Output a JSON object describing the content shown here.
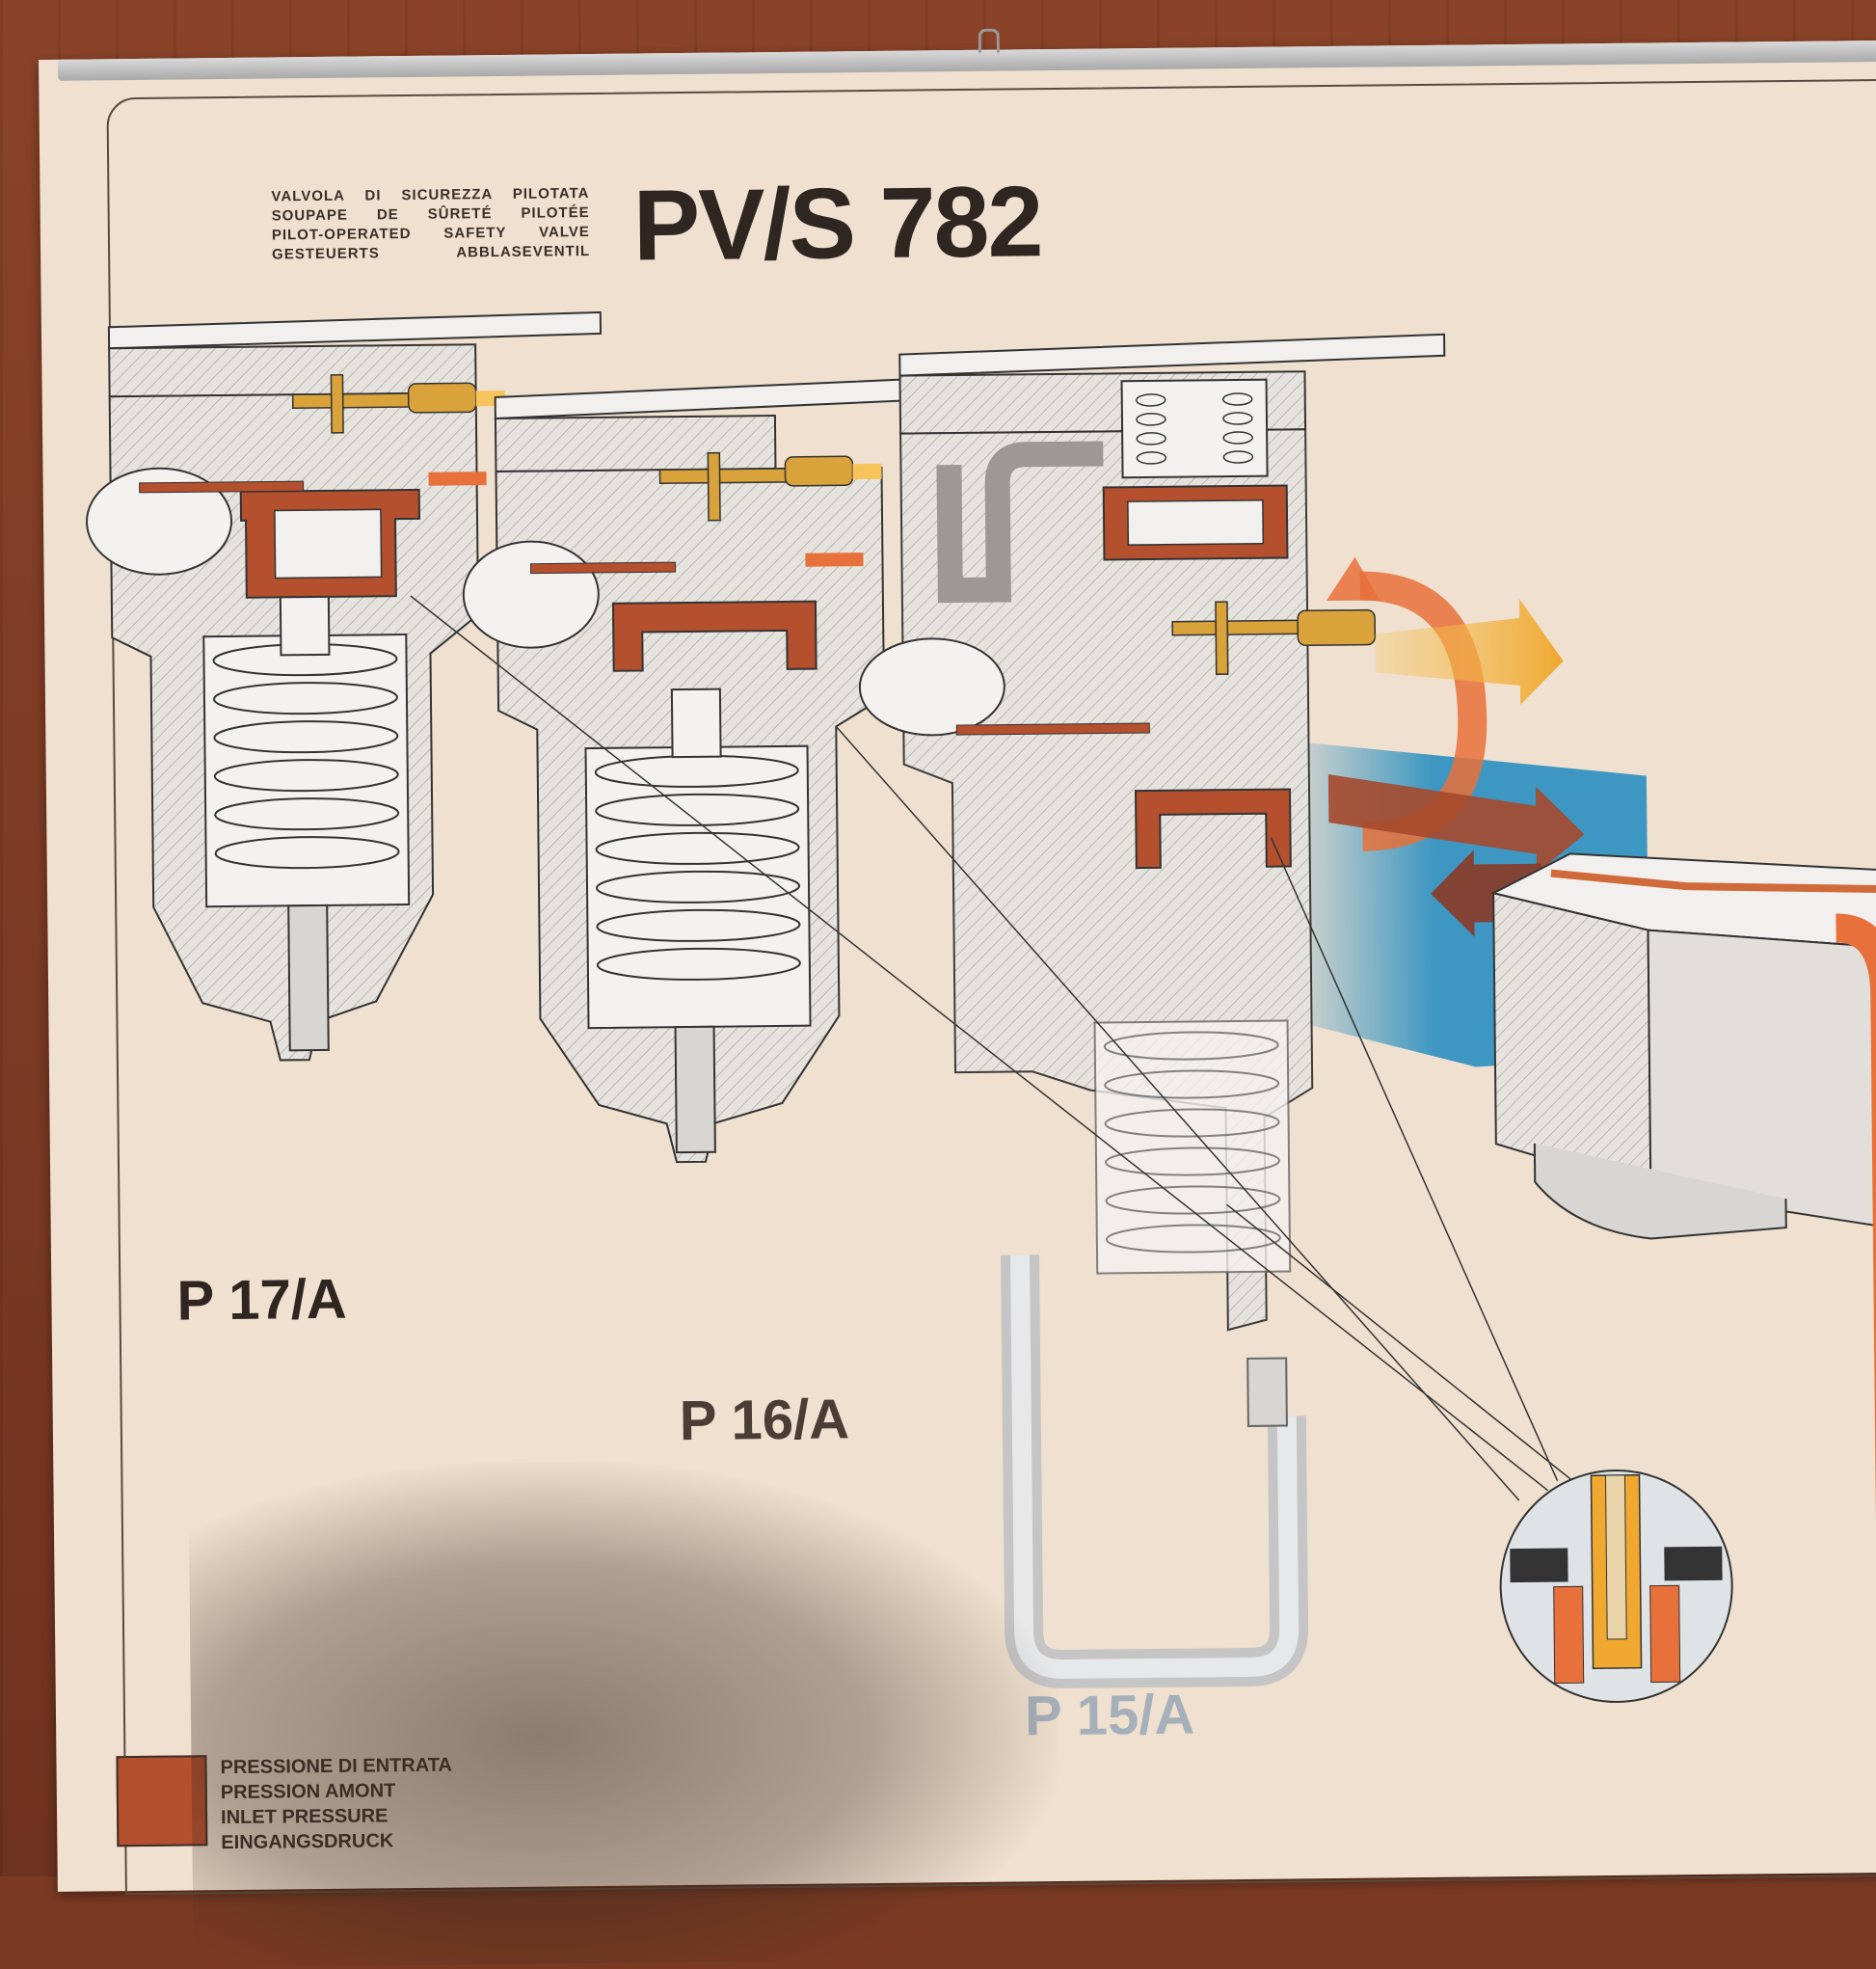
{
  "header": {
    "title": "PV/S 782",
    "subtitles": [
      "VALVOLA DI SICUREZZA PILOTATA",
      "SOUPAPE DE SÛRETÉ PILOTÉE",
      "PILOT-OPERATED SAFETY VALVE",
      "GESTEUERTS ABBLASEVENTIL"
    ]
  },
  "models": {
    "p17": "P 17/A",
    "p16": "P 16/A",
    "p15": "P 15/A"
  },
  "legend": {
    "color": "#b4502e",
    "lines": [
      "PRESSIONE DI ENTRATA",
      "PRESSION AMONT",
      "INLET PRESSURE",
      "EINGANGSDRUCK"
    ]
  },
  "colors": {
    "inlet_pressure": "#b4502e",
    "outlet_flow": "#f0a030",
    "flow_arrow": "#e8703a",
    "blue_zone": "#2a8fc0",
    "brass": "#d9a23a"
  }
}
